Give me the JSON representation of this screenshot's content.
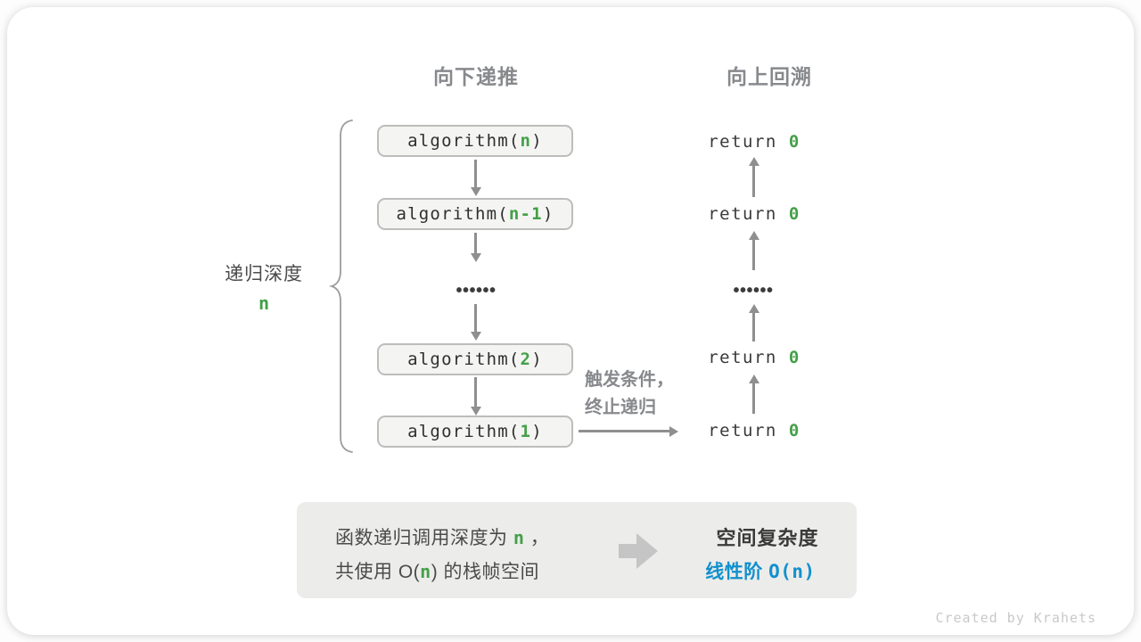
{
  "colors": {
    "green": "#43a047",
    "blue": "#1190cd"
  },
  "headers": {
    "descend": "向下递推",
    "backtrack": "向上回溯"
  },
  "depth": {
    "label": "递归深度",
    "value": "n"
  },
  "stack": [
    {
      "pre": "algorithm(",
      "arg": "n",
      "post": ")"
    },
    {
      "pre": "algorithm(",
      "arg": "n-1",
      "post": ")"
    },
    {
      "pre": "algorithm(",
      "arg": "2",
      "post": ")"
    },
    {
      "pre": "algorithm(",
      "arg": "1",
      "post": ")"
    }
  ],
  "returns": [
    {
      "pre": "return ",
      "val": "0"
    },
    {
      "pre": "return ",
      "val": "0"
    },
    {
      "pre": "return ",
      "val": "0"
    },
    {
      "pre": "return ",
      "val": "0"
    }
  ],
  "dots": "••••••",
  "trigger": {
    "line1": "触发条件，",
    "line2": "终止递归"
  },
  "summary": {
    "line1": [
      {
        "t": "函数递归调用深度为 "
      },
      {
        "t": "n",
        "green": true
      },
      {
        "t": " ，"
      }
    ],
    "line2": [
      {
        "t": "共使用 O("
      },
      {
        "t": "n",
        "green": true
      },
      {
        "t": ") 的栈帧空间"
      }
    ],
    "result_title": "空间复杂度",
    "result_value": [
      {
        "t": "线性阶 "
      },
      {
        "t": "O(n)",
        "mono": true
      }
    ]
  },
  "watermark": "Created by Krahets"
}
